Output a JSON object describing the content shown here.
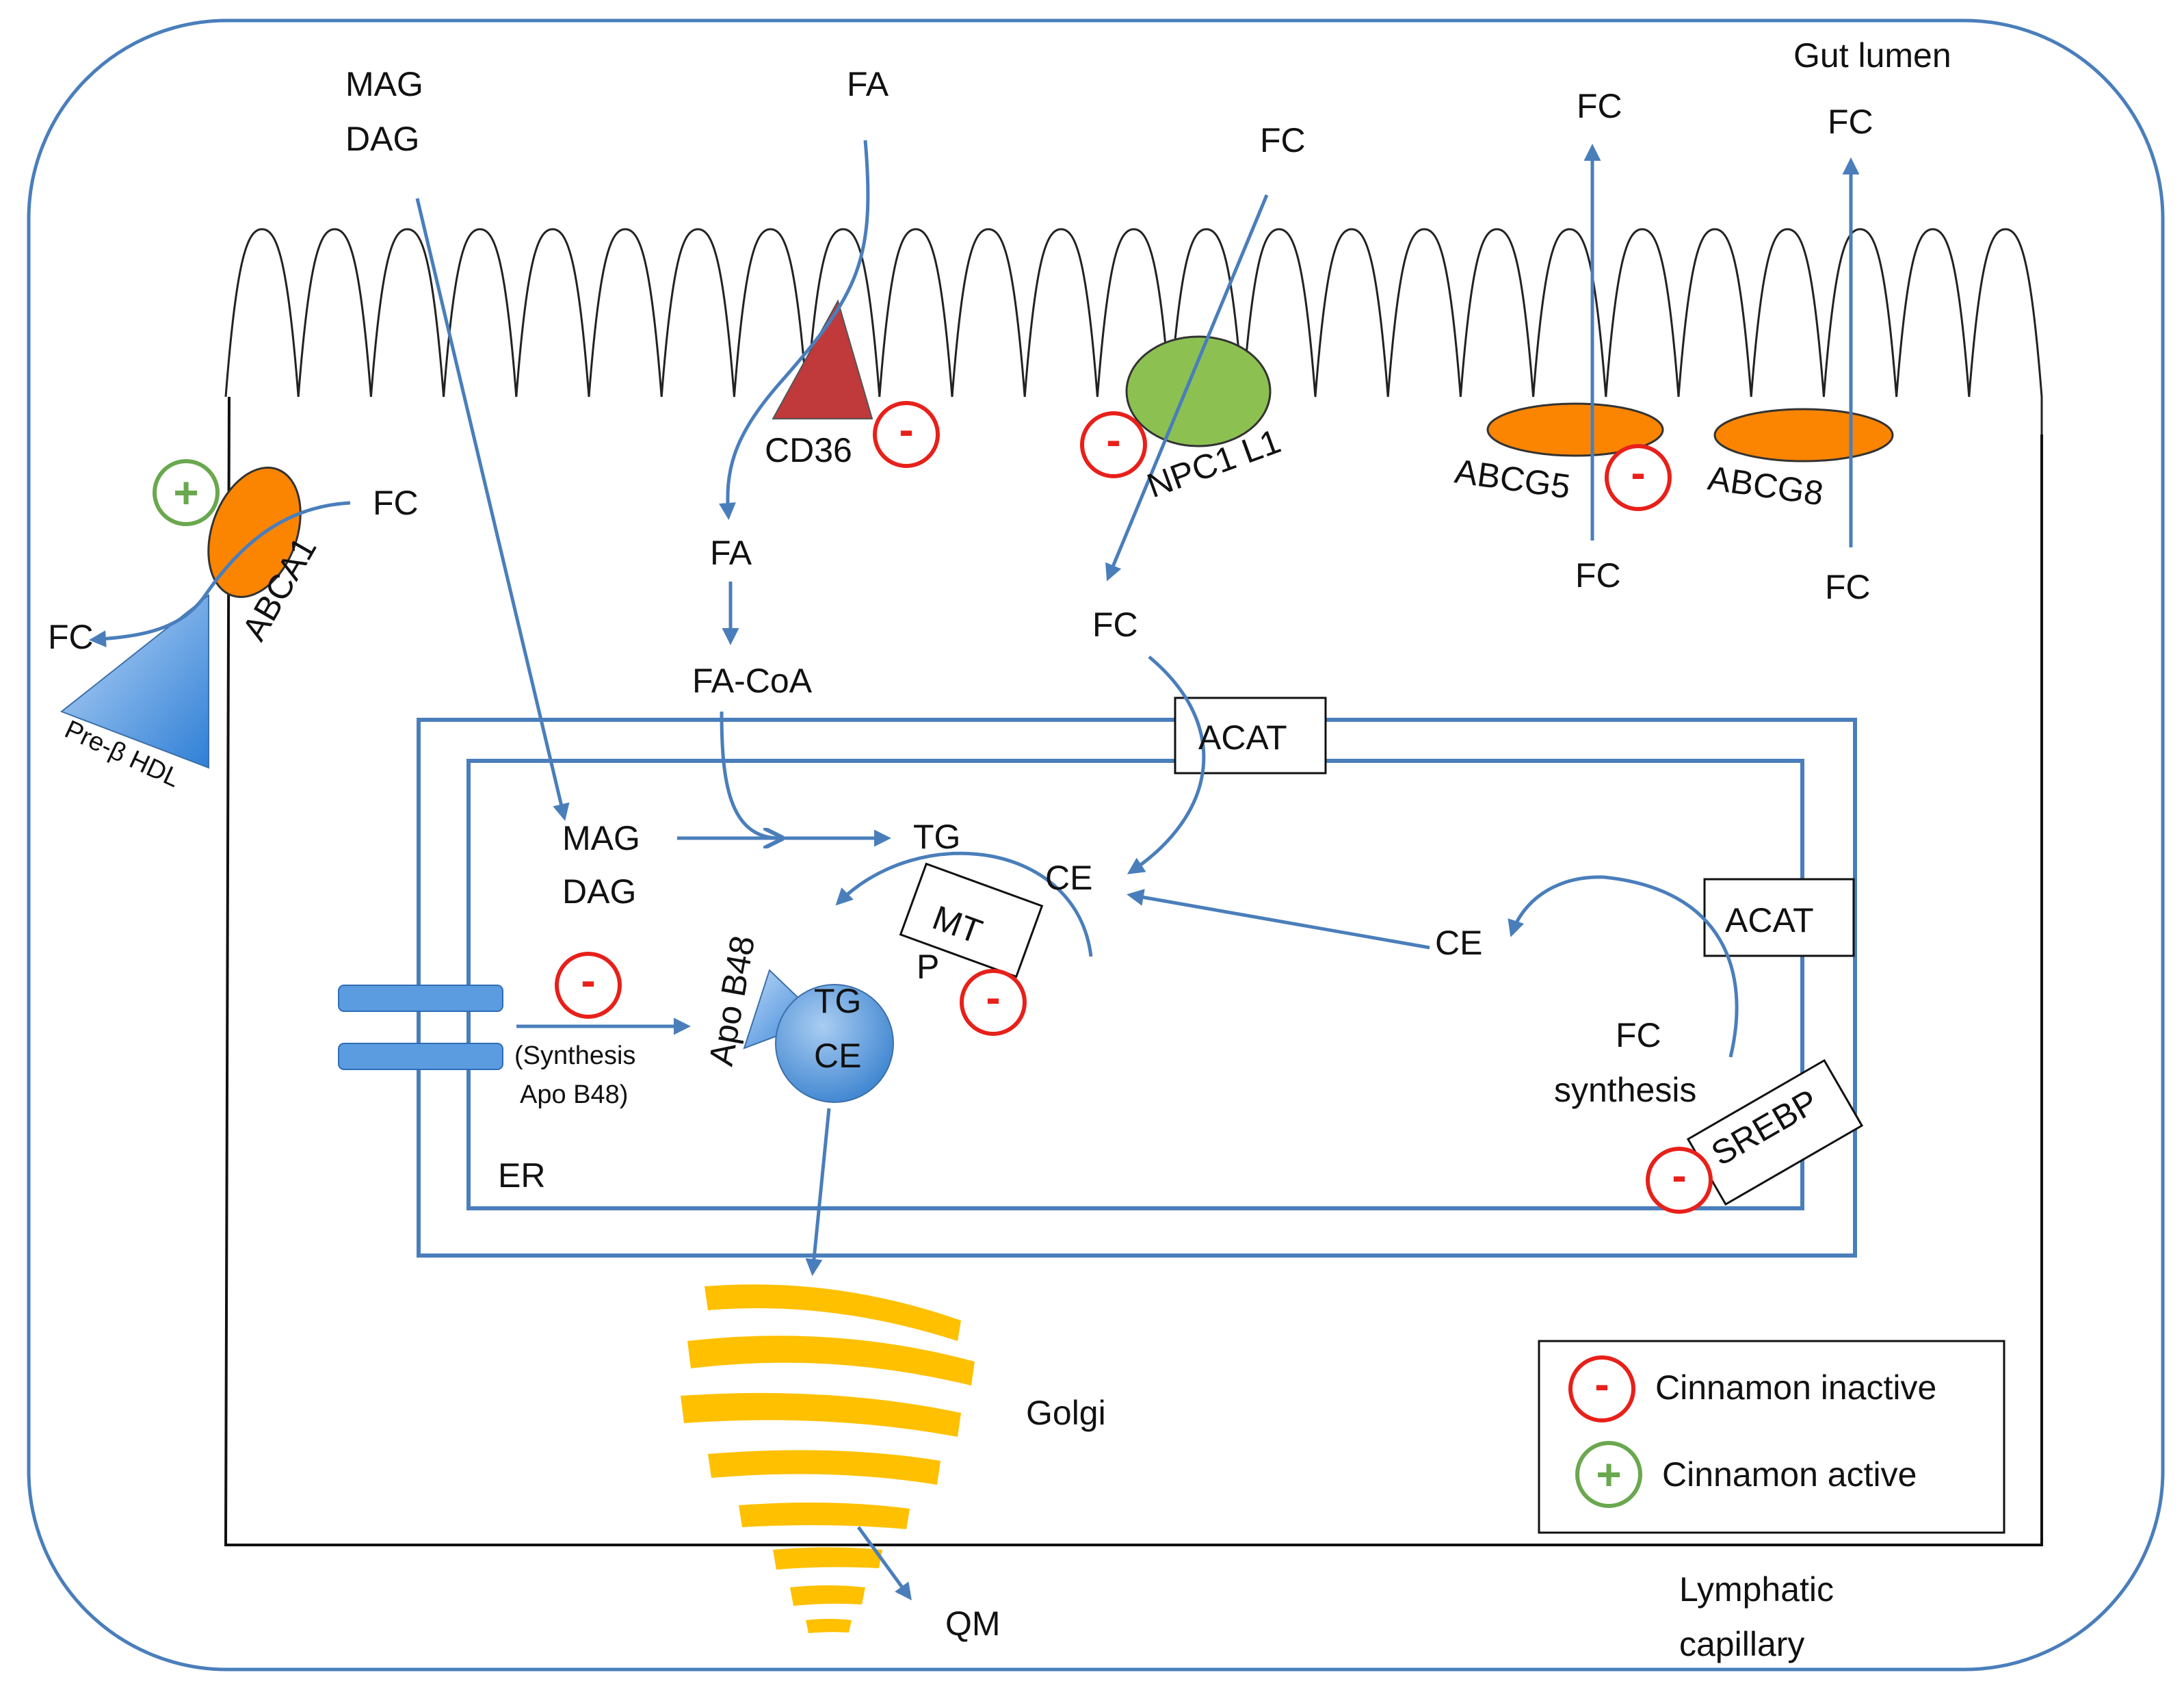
{
  "regions": {
    "gut_lumen": "Gut lumen",
    "lymphatic_capillary": [
      "Lymphatic",
      "capillary"
    ],
    "er": "ER",
    "golgi": "Golgi"
  },
  "molecules": {
    "mag": "MAG",
    "dag": "DAG",
    "fa": "FA",
    "fc": "FC",
    "fa_coa": "FA-CoA",
    "tg": "TG",
    "ce": "CE",
    "qm": "QM",
    "fc_synthesis": [
      "FC",
      "synthesis"
    ],
    "synthesis_apo_b48": [
      "(Synthesis",
      "Apo B48)"
    ]
  },
  "proteins": {
    "cd36": "CD36",
    "npc1l1": "NPC1 L1",
    "abcg5": "ABCG5",
    "abcg8": "ABCG8",
    "abca1": "ABCA1",
    "pre_beta_hdl": "Pre-β HDL",
    "acat": "ACAT",
    "mttp": [
      "MT",
      "P"
    ],
    "srebp": "SREBP",
    "apo_b48": "Apo B48"
  },
  "legend": {
    "inactive_label": "Cinnamon inactive",
    "active_label": "Cinnamon active",
    "minus_symbol": "-",
    "plus_symbol": "+"
  },
  "colors": {
    "arrow_blue": "#4a7ebb",
    "inhibit_red": "#e8201a",
    "activate_green": "#6aa84f",
    "cd36_red": "#c0393b",
    "npc1l1_green": "#8cc152",
    "transporter_orange": "#fb8500",
    "golgi_yellow": "#ffc000",
    "hdl_blue": "#4a90d9"
  }
}
